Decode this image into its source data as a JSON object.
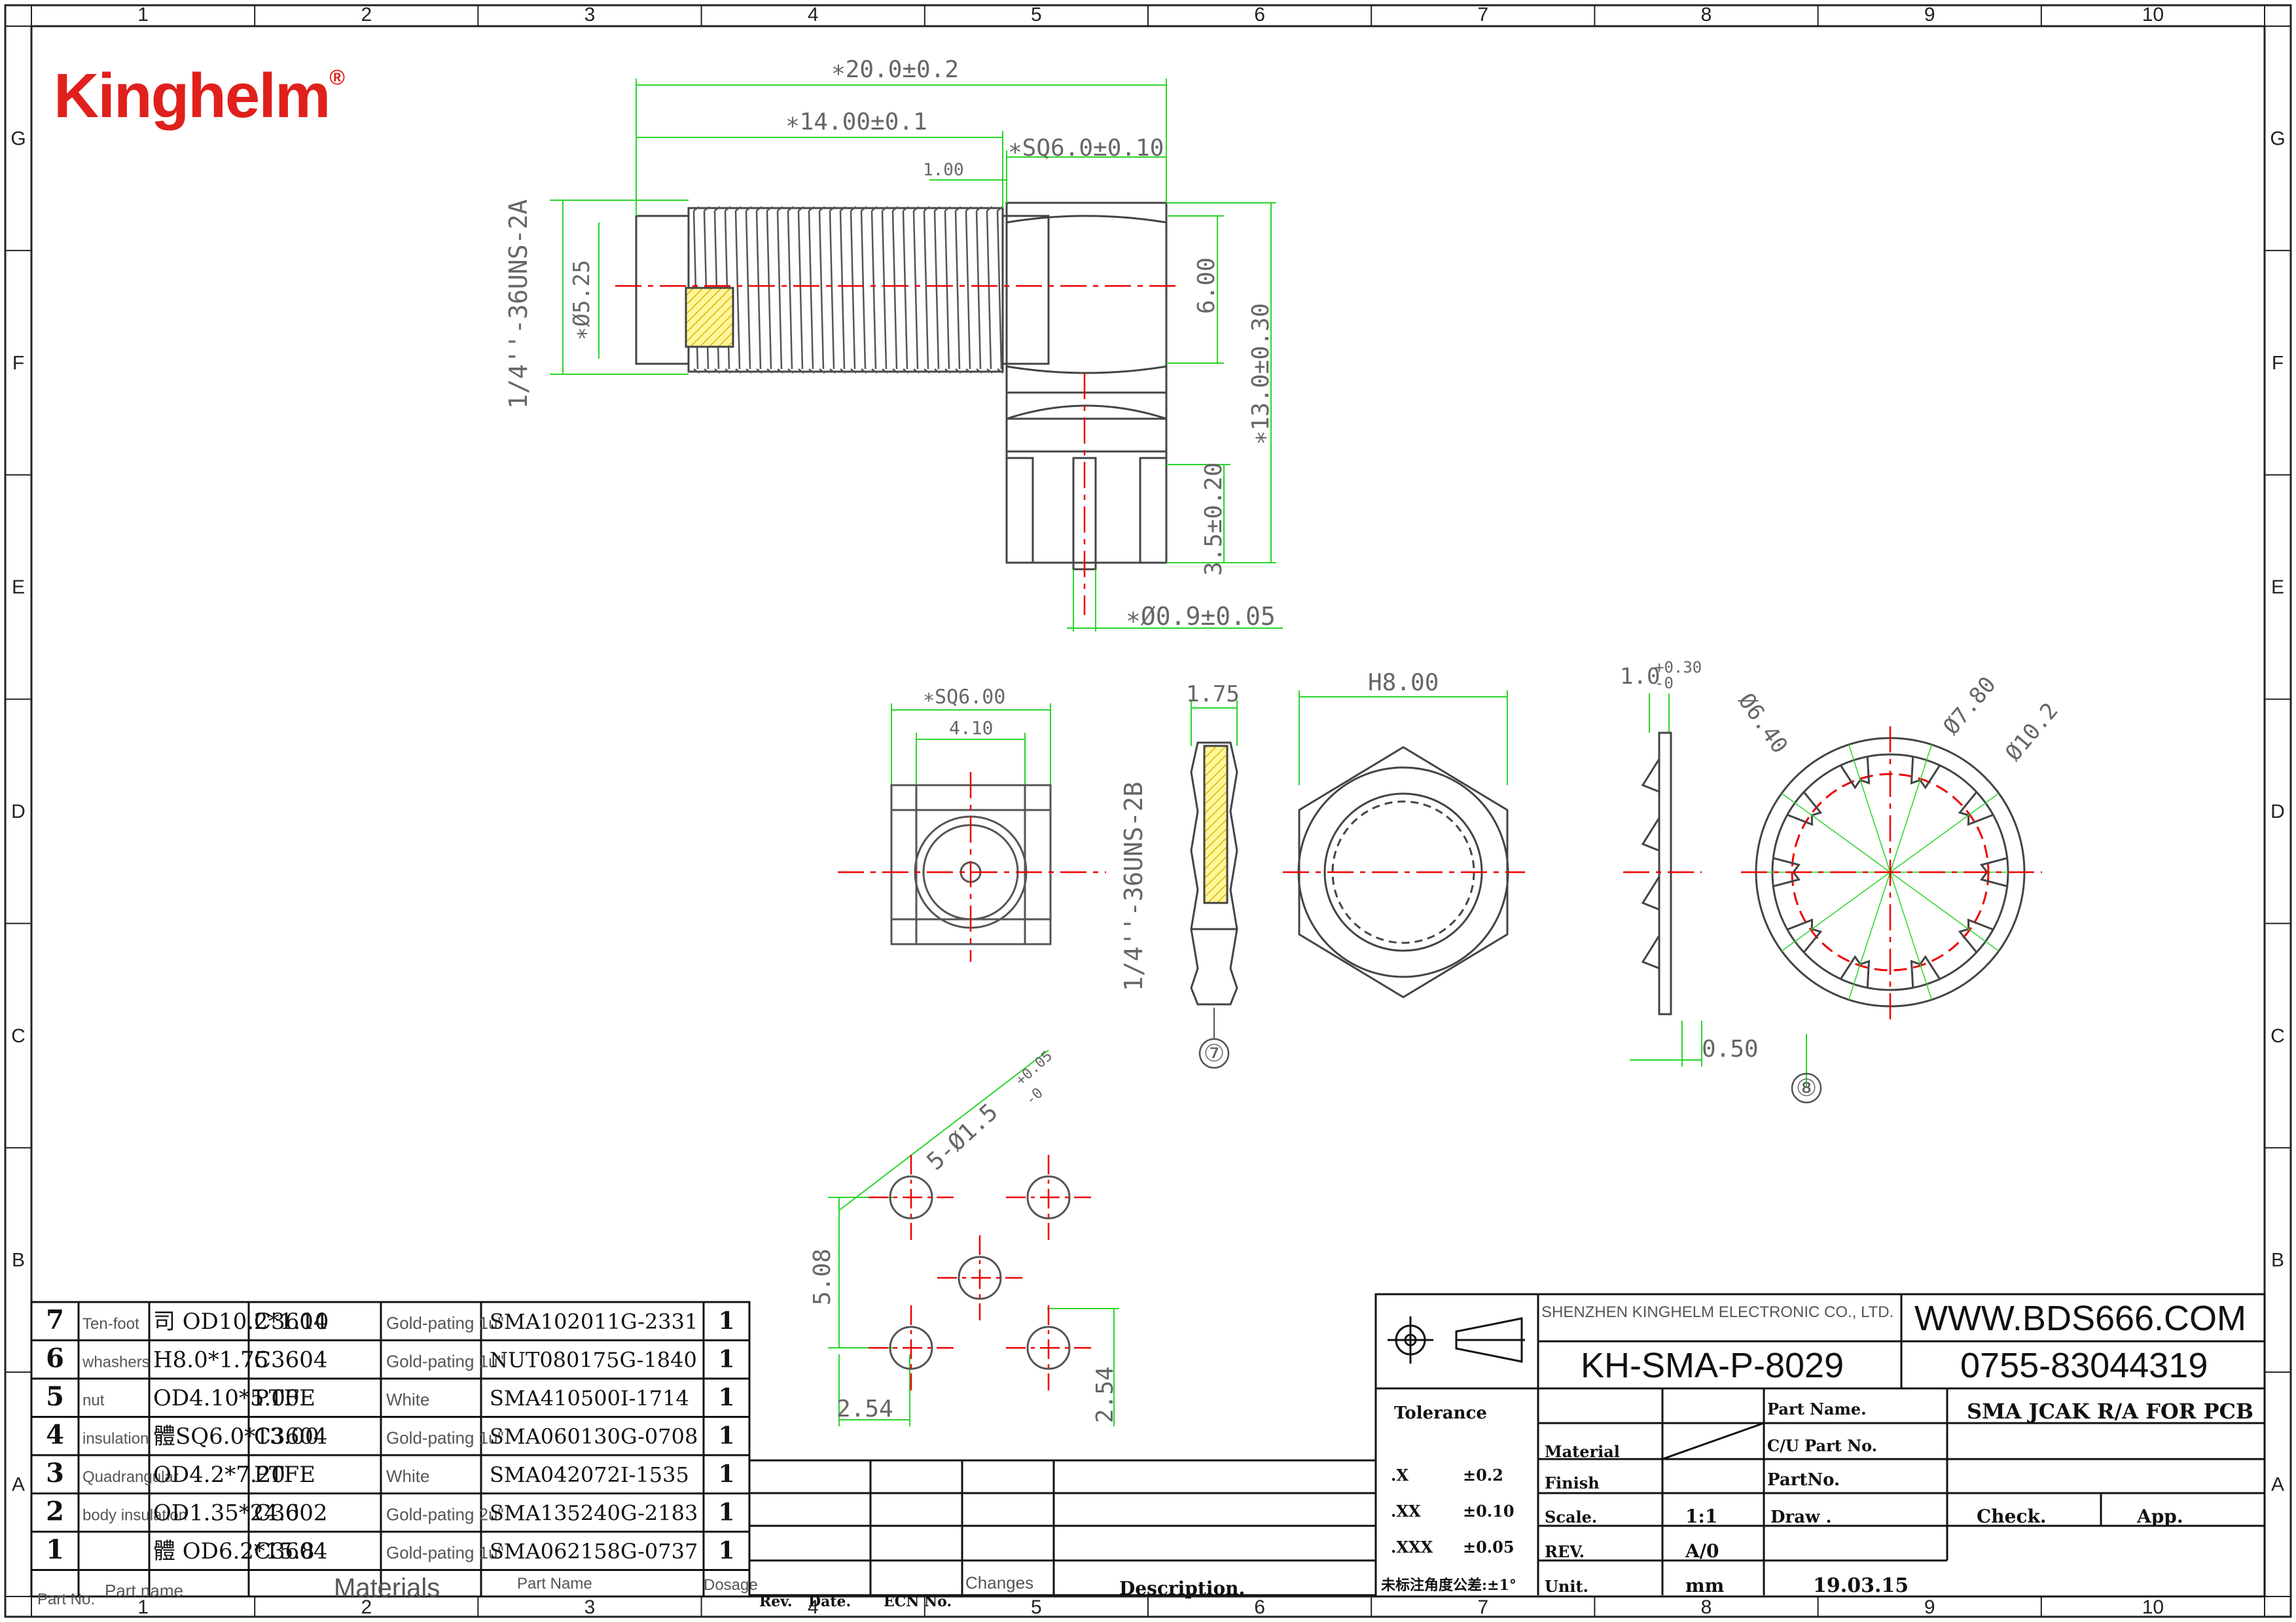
{
  "brand": {
    "name": "Kinghelm",
    "reg": "®",
    "color": "#e0201c"
  },
  "grid": {
    "columns": [
      "1",
      "2",
      "3",
      "4",
      "5",
      "6",
      "7",
      "8",
      "9",
      "10"
    ],
    "rows": [
      "G",
      "F",
      "E",
      "D",
      "C",
      "B",
      "A"
    ]
  },
  "dimensions": {
    "overall_length": "∗20.0±0.2",
    "thread_length": "∗14.00±0.1",
    "square": "∗SQ6.0±0.10",
    "step": "1.00",
    "thread_spec_a": "1/4''-36UNS-2A",
    "bore": "∗Ø5.25",
    "height_top": "6.00",
    "height_total": "∗13.0±0.30",
    "pin_length": "3.5±0.20",
    "pin_dia": "∗Ø0.9±0.05",
    "flange_sq": "∗SQ6.00",
    "flange_inner": "4.10",
    "washer_thk": "1.75",
    "thread_spec_b": "1/4''-36UNS-2B",
    "nut_hex": "H8.00",
    "lock_thk": "1.0",
    "lock_tol_up": "+0.30",
    "lock_tol_dn": "-0",
    "lock_d1": "Ø6.40",
    "lock_d2": "Ø7.80",
    "lock_d3": "Ø10.2",
    "lock_tooth": "0.50",
    "holes": "5-Ø1.5",
    "holes_tol_up": "+0.05",
    "holes_tol_dn": "-0",
    "hole_span": "5.08",
    "pitch_x": "2.54",
    "pitch_y": "2.54",
    "balloon_7": "⑦",
    "balloon_8": "⑧"
  },
  "bom": {
    "rows": [
      {
        "no": "7",
        "name": "Ten-foot",
        "spec": "司 OD10.2*1.10",
        "material": "C3604",
        "finish": "Gold-pating 1u\"",
        "part": "SMA102011G-2331",
        "qty": "1"
      },
      {
        "no": "6",
        "name": "whashers",
        "spec": "H8.0*1.75",
        "material": "C3604",
        "finish": "Gold-pating 1u\"",
        "part": "NUT080175G-1840",
        "qty": "1"
      },
      {
        "no": "5",
        "name": "nut",
        "spec": "OD4.10*5.00",
        "material": "PTFE",
        "finish": "White",
        "part": "SMA410500I-1714",
        "qty": "1"
      },
      {
        "no": "4",
        "name": "insulation",
        "spec": "體SQ6.0*13.00",
        "material": "C3604",
        "finish": "Gold-pating 1u\"",
        "part": "SMA060130G-0708",
        "qty": "1"
      },
      {
        "no": "3",
        "name": "Quadrangular",
        "spec": "OD4.2*7.20",
        "material": "PTFE",
        "finish": "White",
        "part": "SMA042072I-1535",
        "qty": "1"
      },
      {
        "no": "2",
        "name": "body insulation",
        "spec": "OD1.35*24.0",
        "material": "C3602",
        "finish": "Gold-pating 2u\"",
        "part": "SMA135240G-2183",
        "qty": "1"
      },
      {
        "no": "1",
        "name": "",
        "spec": "體 OD6.2*15.8",
        "material": "C3604",
        "finish": "Gold-pating 1u\"",
        "part": "SMA062158G-0737",
        "qty": "1"
      }
    ],
    "head_part_no": "Part No.",
    "head_part_name": "Part name",
    "head_materials": "Materials",
    "head_part_name2": "Part Name",
    "head_dosage": "Dosage"
  },
  "revision": {
    "rev": "Rev.",
    "date": "Date.",
    "ecn": "ECN No.",
    "changes": "Changes",
    "desc": "Description."
  },
  "title_block": {
    "company": "SHENZHEN KINGHELM ELECTRONIC CO., LTD.",
    "website": "WWW.BDS666.COM",
    "drawing_no": "KH-SMA-P-8029",
    "phone": "0755-83044319",
    "tolerance": "Tolerance",
    "tol_x": ".X",
    "tol_x_val": "±0.2",
    "tol_xx": ".XX",
    "tol_xx_val": "±0.10",
    "tol_xxx": ".XXX",
    "tol_xxx_val": "±0.05",
    "tol_angle": "未标注角度公差:±1°",
    "material": "Material",
    "finish": "Finish",
    "scale": "Scale.",
    "scale_val": "1:1",
    "rev": "REV.",
    "rev_val": "A/0",
    "unit": "Unit.",
    "unit_val": "mm",
    "part_name": "Part Name.",
    "part_name_val": "SMA JCAK R/A FOR PCB",
    "cu_part": "C/U Part No.",
    "part_no": "PartNo.",
    "draw": "Draw .",
    "check": "Check.",
    "app": "App.",
    "date_val": "19.03.15"
  }
}
